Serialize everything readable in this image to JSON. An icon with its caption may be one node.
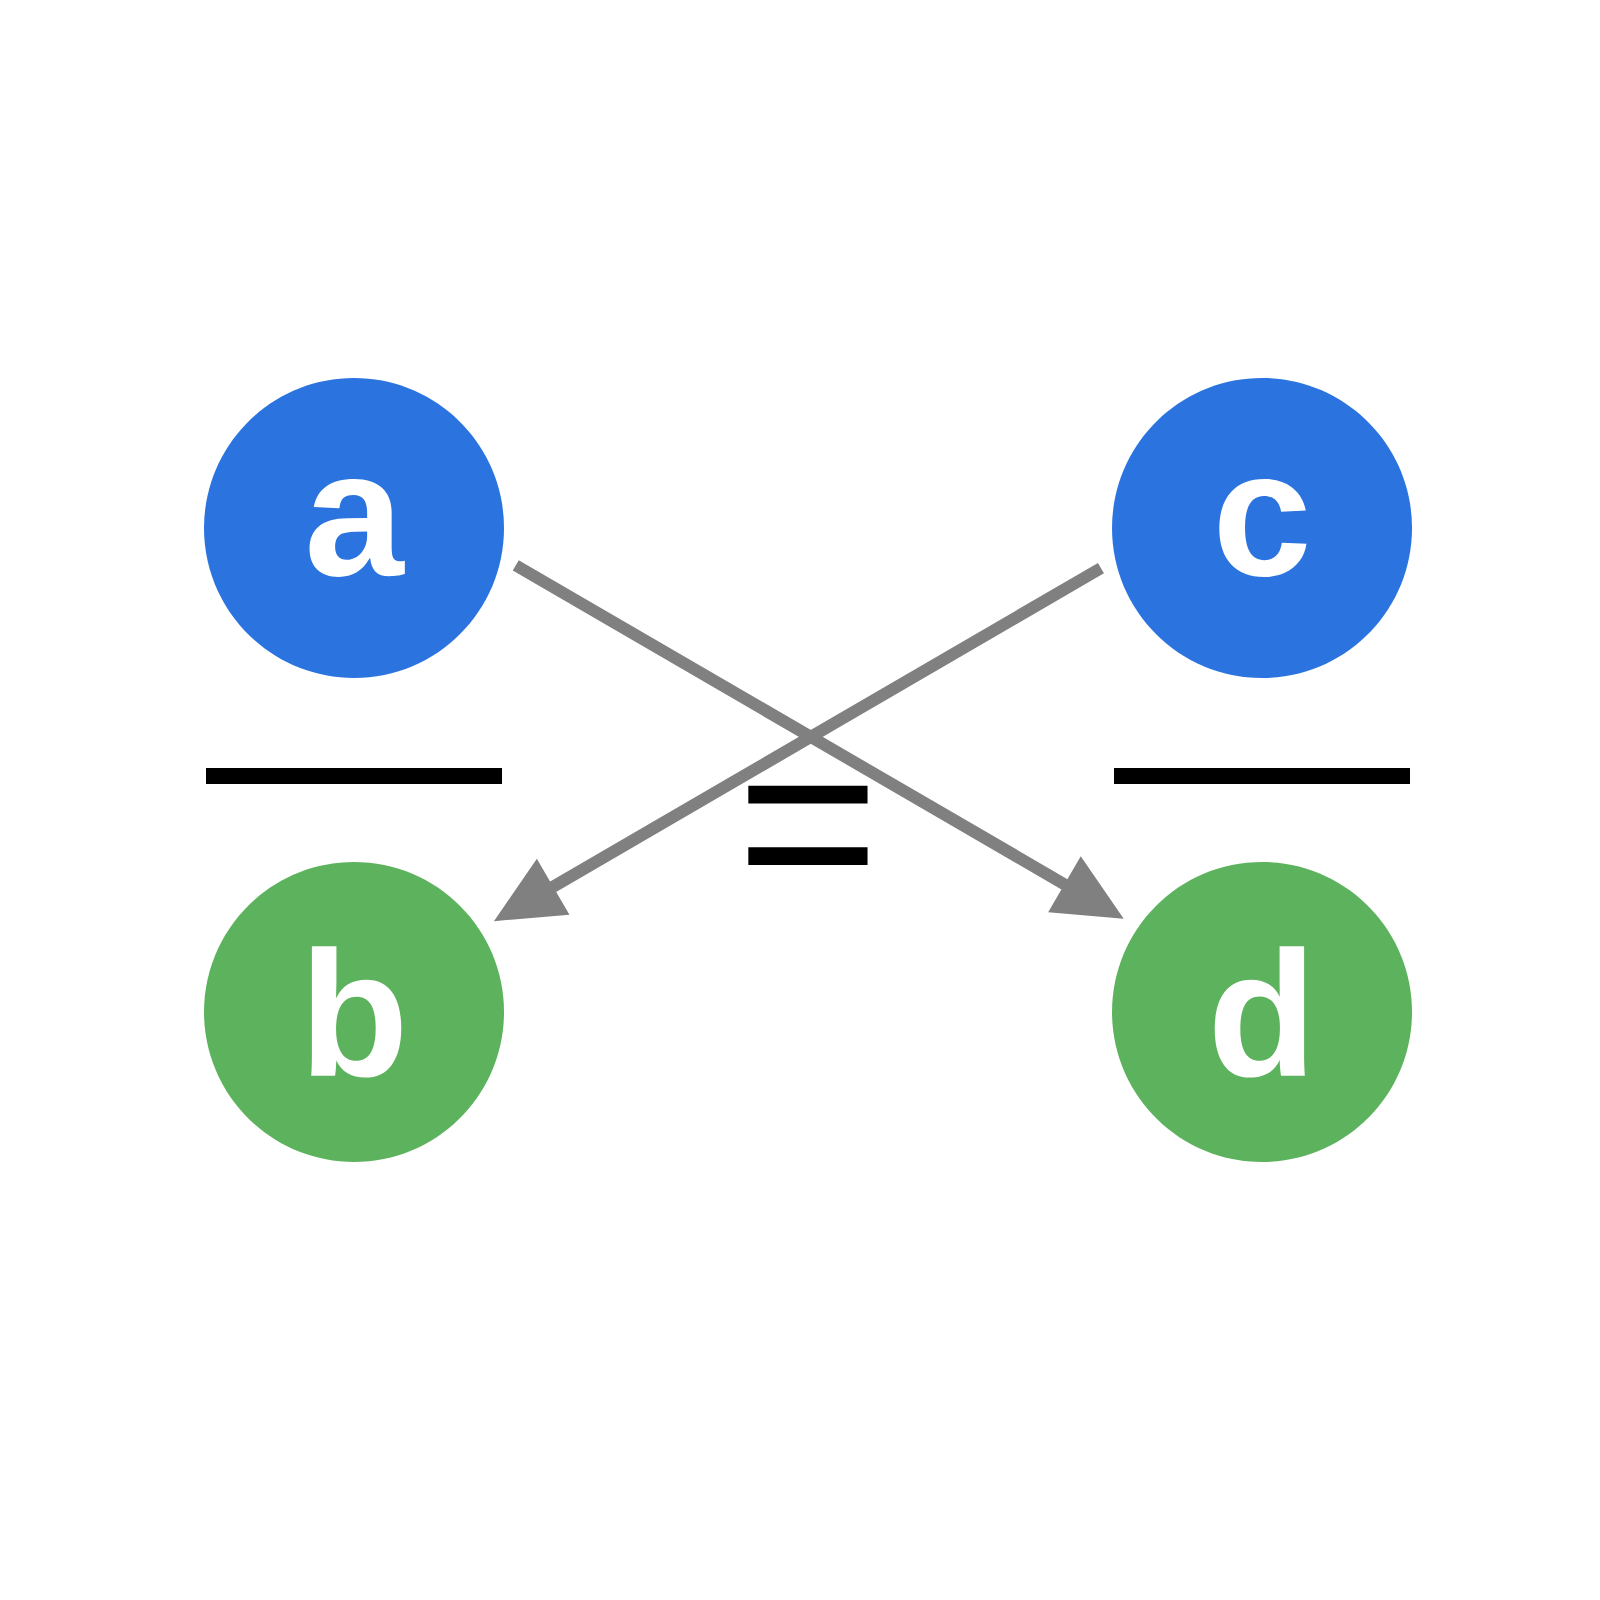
{
  "diagram": {
    "nodes": [
      {
        "text": [
          "a"
        ]
      },
      {
        "text": [
          "c"
        ]
      },
      {
        "text": [
          "b"
        ]
      },
      {
        "text": [
          "d"
        ]
      }
    ],
    "edges": [
      {
        "from": 0,
        "to": 3,
        "arrow": "to"
      },
      {
        "from": 1,
        "to": 2,
        "arrow": "to"
      }
    ],
    "labels": [
      "="
    ]
  }
}
